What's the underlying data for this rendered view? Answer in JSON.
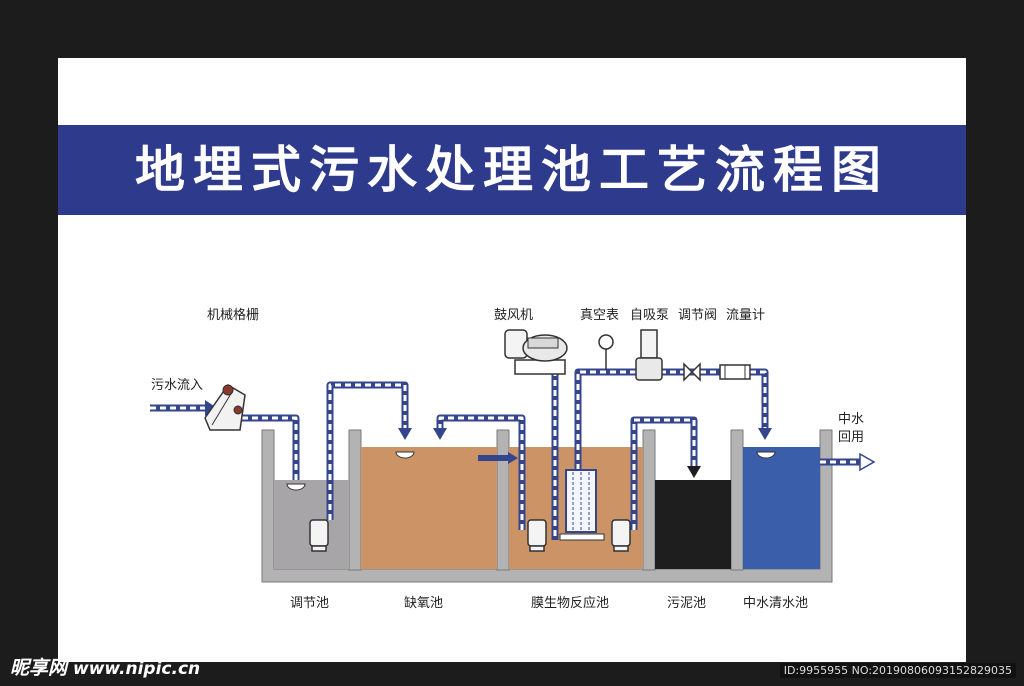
{
  "title": "地埋式污水处理池工艺流程图",
  "labels": {
    "screen": "机械格栅",
    "inflow": "污水流入",
    "blower": "鼓风机",
    "vacuum_gauge": "真空表",
    "pump": "自吸泵",
    "valve": "调节阀",
    "flowmeter": "流量计",
    "reuse_line1": "中水",
    "reuse_line2": "回用"
  },
  "tanks": [
    {
      "name": "调节池",
      "color": "#a8a5a8"
    },
    {
      "name": "缺氧池",
      "color": "#cc9366"
    },
    {
      "name": "膜生物反应池",
      "color": "#cc9366"
    },
    {
      "name": "污泥池",
      "color": "#1e1e1e"
    },
    {
      "name": "中水清水池",
      "color": "#3a5ea9"
    }
  ],
  "colors": {
    "banner": "#2e3a8c",
    "pipe": "#34458d",
    "wall": "#b3b3b3"
  },
  "watermark": {
    "brand": "昵享网",
    "url": "www.nipic.cn"
  },
  "image_id": "ID:9955955 NO:20190806093152829035"
}
